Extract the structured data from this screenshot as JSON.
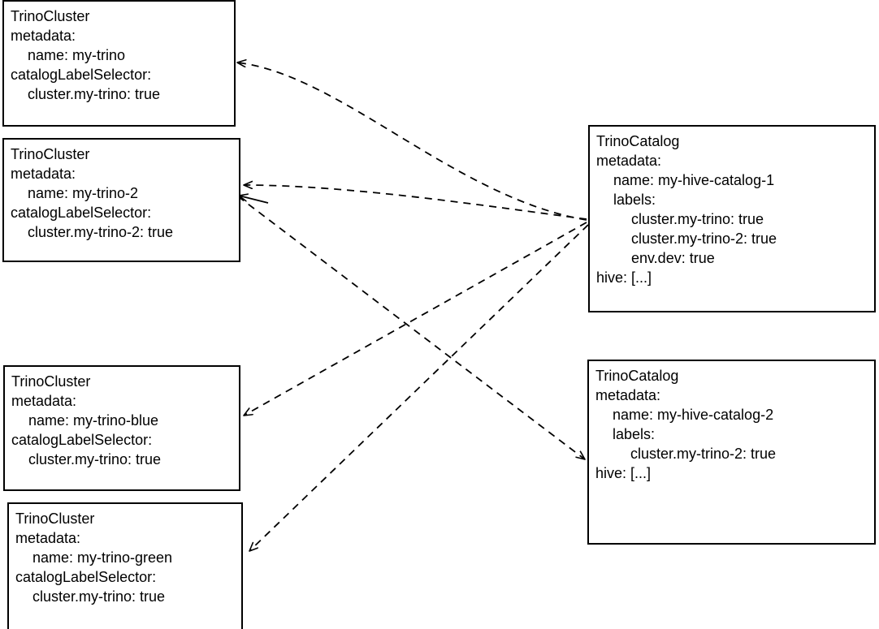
{
  "diagram": {
    "title": "TrinoCluster to TrinoCatalog catalogLabelSelector matching",
    "stroke_color": "#000000",
    "background_color": "#ffffff",
    "edge_style": "dashed"
  },
  "nodes": [
    {
      "id": "cluster-my-trino",
      "kind": "TrinoCluster",
      "lines": [
        {
          "text": "TrinoCluster",
          "indent": 0
        },
        {
          "text": "metadata:",
          "indent": 0
        },
        {
          "text": "name: my-trino",
          "indent": 1
        },
        {
          "text": "catalogLabelSelector:",
          "indent": 0
        },
        {
          "text": "cluster.my-trino: true",
          "indent": 1
        }
      ]
    },
    {
      "id": "cluster-my-trino-2",
      "kind": "TrinoCluster",
      "lines": [
        {
          "text": "TrinoCluster",
          "indent": 0
        },
        {
          "text": "metadata:",
          "indent": 0
        },
        {
          "text": "name: my-trino-2",
          "indent": 1
        },
        {
          "text": "catalogLabelSelector:",
          "indent": 0
        },
        {
          "text": "cluster.my-trino-2: true",
          "indent": 1
        }
      ]
    },
    {
      "id": "cluster-my-trino-blue",
      "kind": "TrinoCluster",
      "lines": [
        {
          "text": "TrinoCluster",
          "indent": 0
        },
        {
          "text": "metadata:",
          "indent": 0
        },
        {
          "text": "name: my-trino-blue",
          "indent": 1
        },
        {
          "text": "catalogLabelSelector:",
          "indent": 0
        },
        {
          "text": "cluster.my-trino: true",
          "indent": 1
        }
      ]
    },
    {
      "id": "cluster-my-trino-green",
      "kind": "TrinoCluster",
      "lines": [
        {
          "text": "TrinoCluster",
          "indent": 0
        },
        {
          "text": "metadata:",
          "indent": 0
        },
        {
          "text": "name: my-trino-green",
          "indent": 1
        },
        {
          "text": "catalogLabelSelector:",
          "indent": 0
        },
        {
          "text": "cluster.my-trino: true",
          "indent": 1
        }
      ]
    },
    {
      "id": "catalog-my-hive-catalog-1",
      "kind": "TrinoCatalog",
      "lines": [
        {
          "text": "TrinoCatalog",
          "indent": 0
        },
        {
          "text": "metadata:",
          "indent": 0
        },
        {
          "text": "name: my-hive-catalog-1",
          "indent": 1
        },
        {
          "text": "labels:",
          "indent": 1
        },
        {
          "text": "cluster.my-trino: true",
          "indent": 2
        },
        {
          "text": "cluster.my-trino-2: true",
          "indent": 2
        },
        {
          "text": "env.dev: true",
          "indent": 2
        },
        {
          "text": "hive: [...]",
          "indent": 0
        }
      ]
    },
    {
      "id": "catalog-my-hive-catalog-2",
      "kind": "TrinoCatalog",
      "lines": [
        {
          "text": "TrinoCatalog",
          "indent": 0
        },
        {
          "text": "metadata:",
          "indent": 0
        },
        {
          "text": "name: my-hive-catalog-2",
          "indent": 1
        },
        {
          "text": "labels:",
          "indent": 1
        },
        {
          "text": "cluster.my-trino-2: true",
          "indent": 2
        },
        {
          "text": "hive: [...]",
          "indent": 0
        }
      ]
    }
  ],
  "edges": [
    {
      "from": "catalog-my-hive-catalog-1",
      "to": "cluster-my-trino"
    },
    {
      "from": "catalog-my-hive-catalog-1",
      "to": "cluster-my-trino-2"
    },
    {
      "from": "catalog-my-hive-catalog-1",
      "to": "cluster-my-trino-blue"
    },
    {
      "from": "catalog-my-hive-catalog-1",
      "to": "cluster-my-trino-green"
    },
    {
      "from": "catalog-my-hive-catalog-2",
      "to": "cluster-my-trino-2"
    }
  ]
}
